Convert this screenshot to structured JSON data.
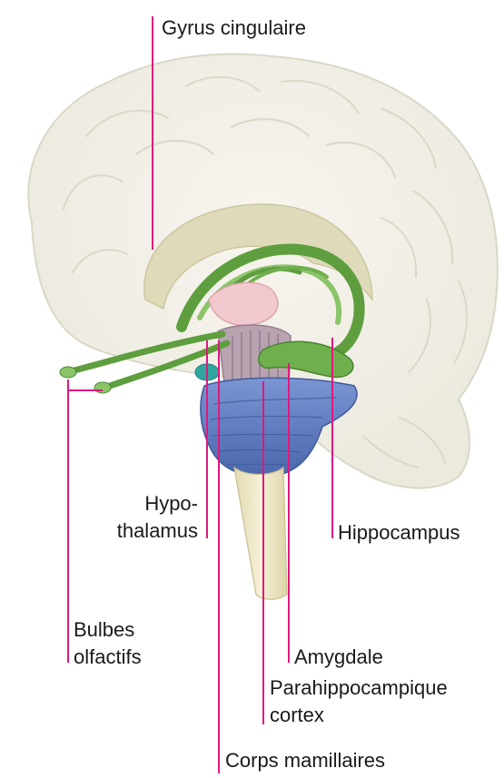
{
  "figure": {
    "leader_color": "#e0197d",
    "labels": {
      "cingulate": "Gyrus cingulaire",
      "hypothalamus_1": "Hypo-",
      "hypothalamus_2": "thalamus",
      "hippocampus": "Hippocampus",
      "olfactory_1": "Bulbes",
      "olfactory_2": "olfactifs",
      "amygdala": "Amygdale",
      "parahippocampal_1": "Parahippocampique",
      "parahippocampal_2": "cortex",
      "mammillary": "Corps mamillaires"
    },
    "colors": {
      "cortex": "#f1efe6",
      "cortex_outline": "#d6d2c3",
      "limbic_green": "#5e9e3e",
      "limbic_green_light": "#8cc46a",
      "cingulate_tan": "#ddd8b4",
      "thalamus_pink": "#f2c9cf",
      "brainstem_mauve": "#b8a3b1",
      "cerebellum_blue": "#5f7ec4",
      "spinal_cream": "#efe9c7",
      "amygdala_teal": "#2fa7a0"
    }
  }
}
